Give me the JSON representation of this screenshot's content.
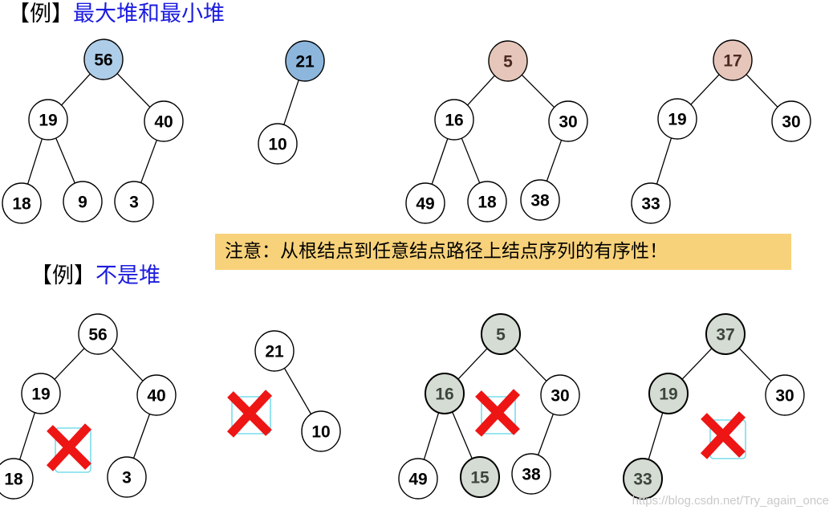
{
  "heading_heaps": {
    "bracket": "【例】",
    "title": "最大堆和最小堆"
  },
  "heading_not_heaps": {
    "bracket": "【例】",
    "title": "不是堆"
  },
  "note": "注意：从根结点到任意结点路径上结点序列的有序性！",
  "watermark": "https://blog.csdn.net/Try_again_once",
  "colors": {
    "blue_light": "#aecde8",
    "blue_mid": "#8cb6dc",
    "pink": "#e6c6ba",
    "gray_green": "#d5dcd3",
    "cross": "#ee1515",
    "cross_box": "#5cd6e6"
  },
  "trees": [
    {
      "id": "max-heap",
      "nodes": [
        {
          "id": "a1",
          "label": "56",
          "fill": "blue_light"
        },
        {
          "id": "a2",
          "label": "19"
        },
        {
          "id": "a3",
          "label": "40"
        },
        {
          "id": "a4",
          "label": "18"
        },
        {
          "id": "a5",
          "label": "9"
        },
        {
          "id": "a6",
          "label": "3"
        }
      ],
      "edges": [
        [
          "a1",
          "a2"
        ],
        [
          "a1",
          "a3"
        ],
        [
          "a2",
          "a4"
        ],
        [
          "a2",
          "a5"
        ],
        [
          "a3",
          "a6"
        ]
      ]
    },
    {
      "id": "max-heap-small",
      "nodes": [
        {
          "id": "b1",
          "label": "21",
          "fill": "blue_mid"
        },
        {
          "id": "b2",
          "label": "10"
        }
      ],
      "edges": [
        [
          "b1",
          "b2"
        ]
      ]
    },
    {
      "id": "min-heap",
      "nodes": [
        {
          "id": "c1",
          "label": "5",
          "fill": "pink"
        },
        {
          "id": "c2",
          "label": "16"
        },
        {
          "id": "c3",
          "label": "30"
        },
        {
          "id": "c4",
          "label": "49"
        },
        {
          "id": "c5",
          "label": "18"
        },
        {
          "id": "c6",
          "label": "38"
        }
      ],
      "edges": [
        [
          "c1",
          "c2"
        ],
        [
          "c1",
          "c3"
        ],
        [
          "c2",
          "c4"
        ],
        [
          "c2",
          "c5"
        ],
        [
          "c3",
          "c6"
        ]
      ]
    },
    {
      "id": "min-heap-2",
      "nodes": [
        {
          "id": "d1",
          "label": "17",
          "fill": "pink"
        },
        {
          "id": "d2",
          "label": "19"
        },
        {
          "id": "d3",
          "label": "30"
        },
        {
          "id": "d4",
          "label": "33"
        }
      ],
      "edges": [
        [
          "d1",
          "d2"
        ],
        [
          "d1",
          "d3"
        ],
        [
          "d2",
          "d4"
        ]
      ]
    },
    {
      "id": "not-heap-1",
      "nodes": [
        {
          "id": "e1",
          "label": "56"
        },
        {
          "id": "e2",
          "label": "19"
        },
        {
          "id": "e3",
          "label": "40"
        },
        {
          "id": "e4",
          "label": "18"
        },
        {
          "id": "e5",
          "label": "3"
        }
      ],
      "edges": [
        [
          "e1",
          "e2"
        ],
        [
          "e1",
          "e3"
        ],
        [
          "e2",
          "e4"
        ],
        [
          "e3",
          "e5"
        ]
      ]
    },
    {
      "id": "not-heap-2",
      "nodes": [
        {
          "id": "f1",
          "label": "21"
        },
        {
          "id": "f2",
          "label": "10"
        }
      ],
      "edges": [
        [
          "f1",
          "f2"
        ]
      ]
    },
    {
      "id": "not-heap-3",
      "nodes": [
        {
          "id": "g1",
          "label": "5",
          "fill": "gray_green"
        },
        {
          "id": "g2",
          "label": "16",
          "fill": "gray_green"
        },
        {
          "id": "g3",
          "label": "30"
        },
        {
          "id": "g4",
          "label": "49"
        },
        {
          "id": "g5",
          "label": "15",
          "fill": "gray_green"
        },
        {
          "id": "g6",
          "label": "38"
        }
      ],
      "edges": [
        [
          "g1",
          "g2"
        ],
        [
          "g1",
          "g3"
        ],
        [
          "g2",
          "g4"
        ],
        [
          "g2",
          "g5"
        ],
        [
          "g3",
          "g6"
        ]
      ]
    },
    {
      "id": "not-heap-4",
      "nodes": [
        {
          "id": "h1",
          "label": "37",
          "fill": "gray_green"
        },
        {
          "id": "h2",
          "label": "19",
          "fill": "gray_green"
        },
        {
          "id": "h3",
          "label": "30"
        },
        {
          "id": "h4",
          "label": "33",
          "fill": "gray_green"
        }
      ],
      "edges": [
        [
          "h1",
          "h2"
        ],
        [
          "h1",
          "h3"
        ],
        [
          "h2",
          "h4"
        ]
      ]
    }
  ]
}
